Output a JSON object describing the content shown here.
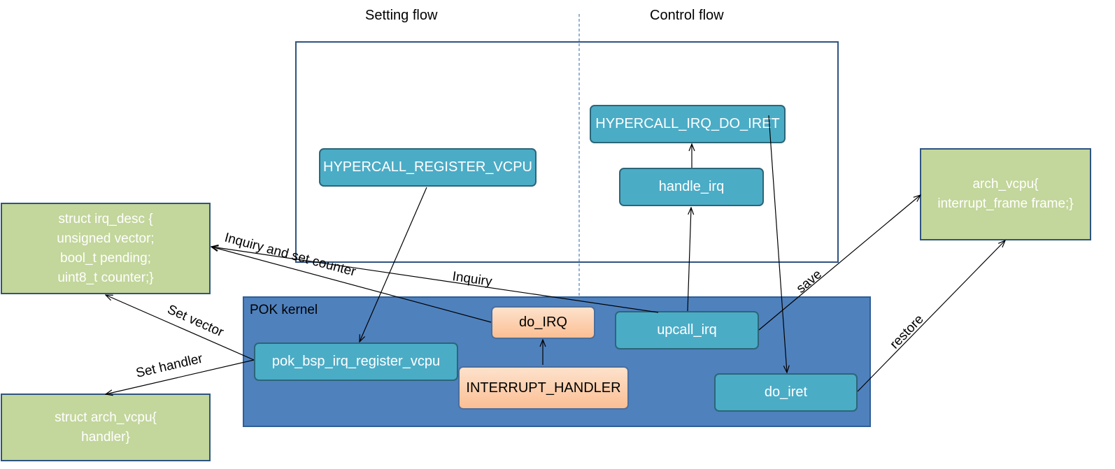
{
  "headings": {
    "setting_flow": "Setting flow",
    "control_flow": "Control flow"
  },
  "kernel": {
    "label": "POK kernel",
    "fill_color": "#4f81bd"
  },
  "nodes": {
    "hypercall_register_vcpu": "HYPERCALL_REGISTER_VCPU",
    "hypercall_irq_do_iret": "HYPERCALL_IRQ_DO_IRET",
    "handle_irq": "handle_irq",
    "do_irq": "do_IRQ",
    "upcall_irq": "upcall_irq",
    "pok_bsp_irq_register_vcpu": "pok_bsp_irq_register_vcpu",
    "interrupt_handler": "INTERRUPT_HANDLER",
    "do_iret": "do_iret"
  },
  "structs": {
    "irq_desc": [
      "struct irq_desc {",
      "unsigned vector;",
      "bool_t pending;",
      "uint8_t counter;}"
    ],
    "arch_vcpu_handler": [
      "struct arch_vcpu{",
      "handler}"
    ],
    "arch_vcpu_frame": [
      "arch_vcpu{",
      "interrupt_frame frame;}"
    ]
  },
  "edge_labels": {
    "inquiry_and_set_counter": "Inquiry and set counter",
    "inquiry": "Inquiry",
    "set_vector": "Set vector",
    "set_handler": "Set handler",
    "save": "save",
    "restore": "restore"
  },
  "colors": {
    "teal_node": "#4bacc6",
    "peach_node": "#fbbf94",
    "struct_fill": "#c3d69b",
    "outline": "#2e5481",
    "divider": "#4f81bd"
  }
}
